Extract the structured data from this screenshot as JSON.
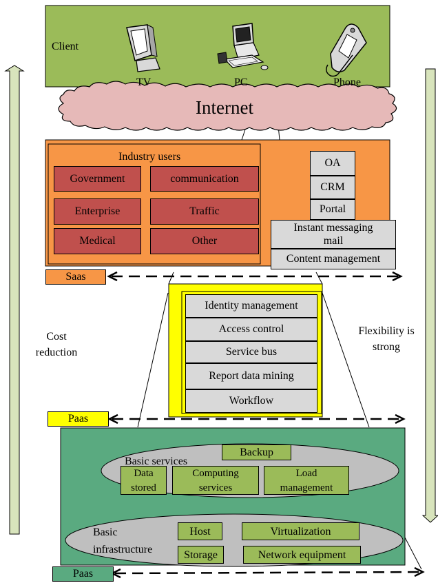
{
  "client": {
    "label": "Client",
    "devices": [
      {
        "label": "TV",
        "icon": "tv-monitor-icon"
      },
      {
        "label": "PC",
        "icon": "desktop-pc-icon"
      },
      {
        "label": "Phone",
        "icon": "flip-phone-icon"
      }
    ]
  },
  "internet": {
    "label": "Internet"
  },
  "saas_layer": {
    "industry_title": "Industry users",
    "industry_items": [
      "Government",
      "communication",
      "Enterprise",
      "Traffic",
      "Medical",
      "Other"
    ],
    "apps": [
      "OA",
      "CRM",
      "Portal",
      "Instant messaging",
      "mail",
      "Content management"
    ],
    "tag": "Saas"
  },
  "paas_layer": {
    "services": [
      "Identity management",
      "Access control",
      "Service bus",
      "Report data mining",
      "Workflow"
    ],
    "tag": "Paas"
  },
  "iaas_layer": {
    "basic_services_label": "Basic services",
    "basic_services": {
      "backup": "Backup",
      "data_stored": [
        "Data",
        "stored"
      ],
      "computing": [
        "Computing",
        "services"
      ],
      "load": [
        "Load",
        "management"
      ]
    },
    "infrastructure_label": [
      "Basic",
      "infrastructure"
    ],
    "infrastructure": {
      "host": "Host",
      "virtualization": "Virtualization",
      "storage": "Storage",
      "network": "Network equipment"
    },
    "tag": "Paas"
  },
  "side_labels": {
    "left": [
      "Cost",
      "reduction"
    ],
    "right": [
      "Flexibility is",
      "strong"
    ]
  },
  "colors": {
    "client_bg": "#9bbb59",
    "cloud_fill": "#e6b9b8",
    "saas_bg": "#f79646",
    "industry_item": "#c0504d",
    "app_item": "#d9d9d9",
    "paas_bg": "#ffff00",
    "iaas_bg": "#5aaa80",
    "iaas_item": "#9bbb59",
    "side_arrow": "#d8e4bc"
  }
}
